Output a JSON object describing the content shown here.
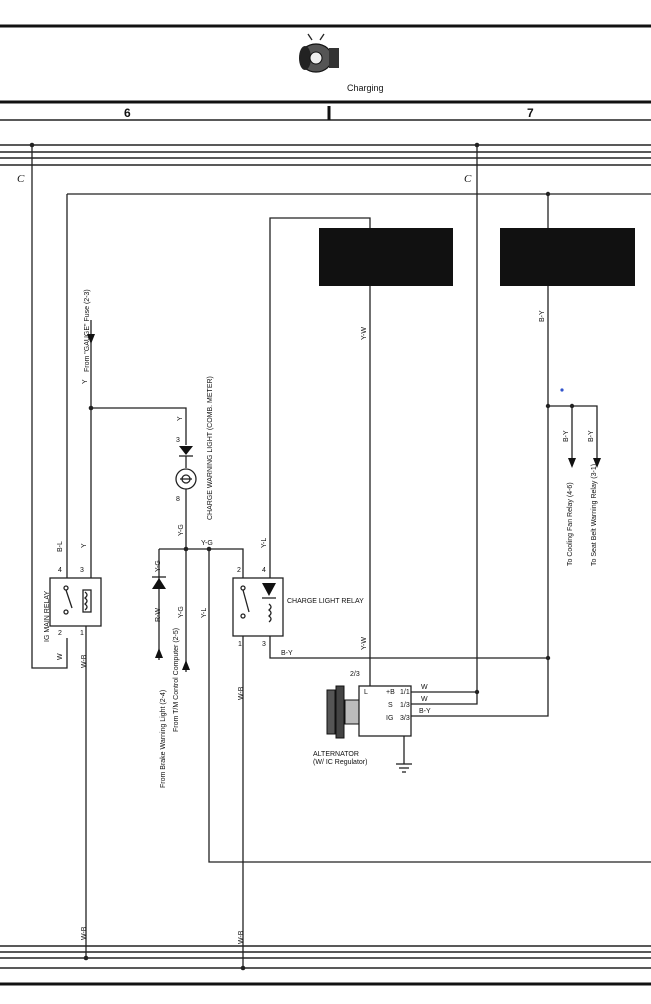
{
  "header": {
    "title": "Charging",
    "columns": [
      "6",
      "7"
    ]
  },
  "bus_labels": {
    "left": "C",
    "mid": "C"
  },
  "sources": {
    "gauge_fuse": "From \"GAUGE\" Fuse (2-3)",
    "brake_warning": "From Brake Warning Light (2-4)",
    "tm_computer": "From T/M Control Computer (2-5)"
  },
  "components": {
    "ig_main_relay": "IG MAIN RELAY",
    "charge_warning_light": "CHARGE WARNING LIGHT (COMB. METER)",
    "charge_light_relay": "CHARGE LIGHT RELAY",
    "alternator": "ALTERNATOR",
    "alternator_sub": "(W/ IC Regulator)"
  },
  "destinations": {
    "cooling_fan": "To Cooling Fan Relay (4-6)",
    "seat_belt": "To Seat Belt Warning Relay (3-1)"
  },
  "wire_colors": {
    "y": "Y",
    "b_l": "B-L",
    "w": "W",
    "w_b": "W-B",
    "y_g": "Y-G",
    "r_w": "R-W",
    "y_l": "Y-L",
    "y_w": "Y-W",
    "b_y": "B-Y"
  },
  "pins": {
    "relay_4": "4",
    "relay_3": "3",
    "relay_2": "2",
    "relay_1": "1",
    "light_3": "3",
    "light_8": "8",
    "cl_2": "2",
    "cl_4": "4",
    "cl_1": "1",
    "cl_3": "3"
  },
  "alternator_terminals": {
    "l": "L",
    "l_pin": "2/3",
    "b": "+B",
    "b_pin": "1/1",
    "s": "S",
    "s_pin": "1/3",
    "ig": "IG",
    "ig_pin": "3/3"
  }
}
